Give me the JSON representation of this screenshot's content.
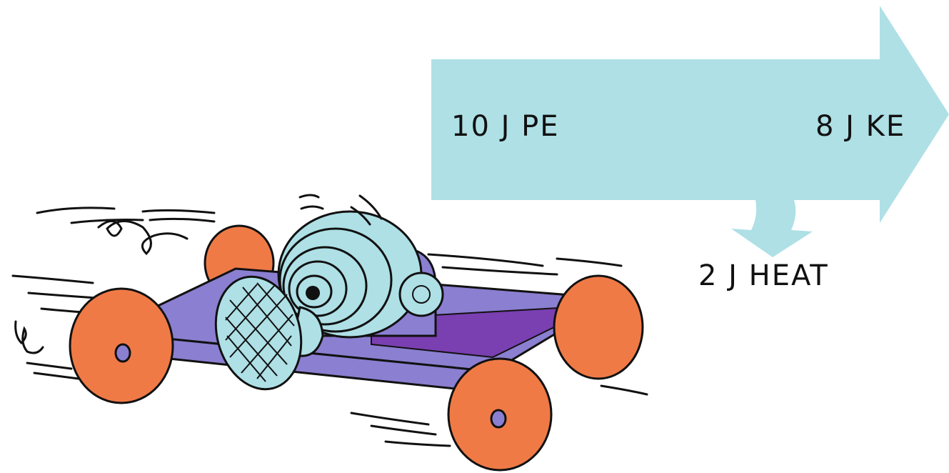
{
  "arrow": {
    "input_label": "10 J PE",
    "output_label": "8 J KE",
    "loss_label": "2 J HEAT"
  },
  "colors": {
    "arrow_fill": "#aee0e6",
    "car_body": "#8b7fd1",
    "car_floor": "#7a3fb0",
    "wheel": "#f07a46",
    "axle": "#8b7fd1",
    "spring_disc": "#aee0e6",
    "outline": "#111111"
  },
  "icons": [
    "toy-car-icon",
    "wind-up-key-icon",
    "spring-coil-icon",
    "wheel-icon",
    "motion-lines-icon"
  ]
}
